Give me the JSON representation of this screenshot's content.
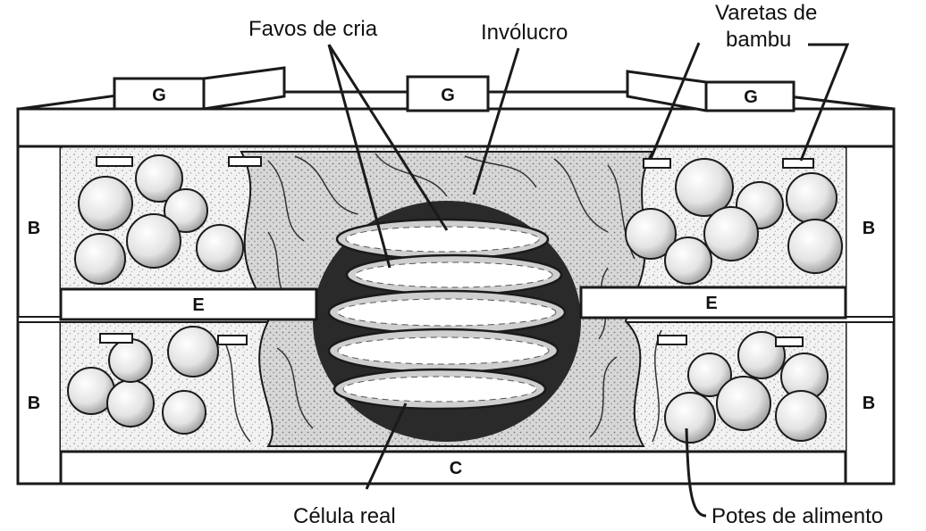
{
  "labels": {
    "brood_combs": "Favos de cria",
    "involucrum": "Invólucro",
    "bamboo_rods": "Varetas de\nbambu",
    "bamboo_rods_line1": "Varetas de",
    "bamboo_rods_line2": "bambu",
    "royal_cell": "Célula real",
    "food_pots": "Potes de alimento"
  },
  "parts": {
    "g": "G",
    "b": "B",
    "e": "E",
    "c": "C"
  },
  "colors": {
    "line": "#1a1a1a",
    "wood": "#ffffff",
    "cerumen": "#d9d9d9",
    "pot_fill": "#e9e9e9",
    "dark": "#222222"
  }
}
